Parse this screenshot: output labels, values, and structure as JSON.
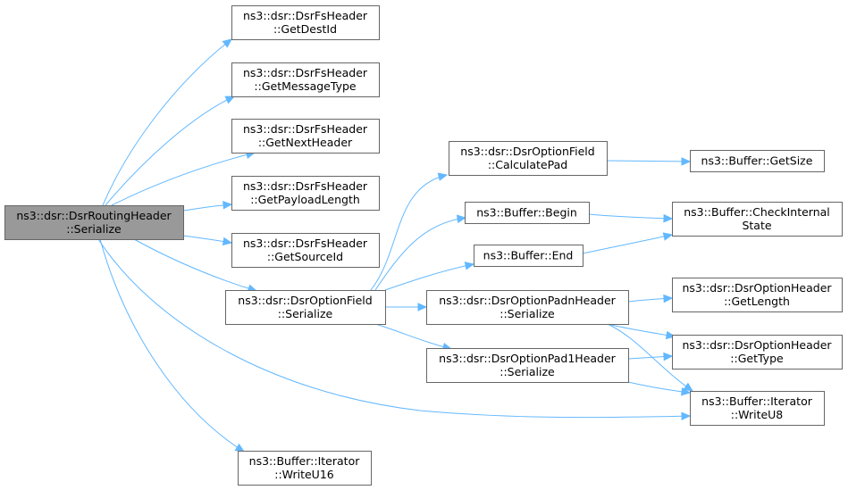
{
  "diagram": {
    "nodes": [
      {
        "id": "root",
        "lines": [
          "ns3::dsr::DsrRoutingHeader",
          "::Serialize"
        ],
        "highlighted": true
      },
      {
        "id": "getDestId",
        "lines": [
          "ns3::dsr::DsrFsHeader",
          "::GetDestId"
        ]
      },
      {
        "id": "getMessageType",
        "lines": [
          "ns3::dsr::DsrFsHeader",
          "::GetMessageType"
        ]
      },
      {
        "id": "getNextHeader",
        "lines": [
          "ns3::dsr::DsrFsHeader",
          "::GetNextHeader"
        ]
      },
      {
        "id": "getPayloadLength",
        "lines": [
          "ns3::dsr::DsrFsHeader",
          "::GetPayloadLength"
        ]
      },
      {
        "id": "getSourceId",
        "lines": [
          "ns3::dsr::DsrFsHeader",
          "::GetSourceId"
        ]
      },
      {
        "id": "optionFieldSerialize",
        "lines": [
          "ns3::dsr::DsrOptionField",
          "::Serialize"
        ]
      },
      {
        "id": "writeU16",
        "lines": [
          "ns3::Buffer::Iterator",
          "::WriteU16"
        ]
      },
      {
        "id": "calculatePad",
        "lines": [
          "ns3::dsr::DsrOptionField",
          "::CalculatePad"
        ]
      },
      {
        "id": "bufferBegin",
        "lines": [
          "ns3::Buffer::Begin"
        ]
      },
      {
        "id": "bufferEnd",
        "lines": [
          "ns3::Buffer::End"
        ]
      },
      {
        "id": "padnSerialize",
        "lines": [
          "ns3::dsr::DsrOptionPadnHeader",
          "::Serialize"
        ]
      },
      {
        "id": "pad1Serialize",
        "lines": [
          "ns3::dsr::DsrOptionPad1Header",
          "::Serialize"
        ]
      },
      {
        "id": "getSize",
        "lines": [
          "ns3::Buffer::GetSize"
        ]
      },
      {
        "id": "checkInternalState",
        "lines": [
          "ns3::Buffer::CheckInternal",
          "State"
        ]
      },
      {
        "id": "getLength",
        "lines": [
          "ns3::dsr::DsrOptionHeader",
          "::GetLength"
        ]
      },
      {
        "id": "getType",
        "lines": [
          "ns3::dsr::DsrOptionHeader",
          "::GetType"
        ]
      },
      {
        "id": "writeU8",
        "lines": [
          "ns3::Buffer::Iterator",
          "::WriteU8"
        ]
      }
    ],
    "edges": [
      {
        "from": "root",
        "to": "getDestId"
      },
      {
        "from": "root",
        "to": "getMessageType"
      },
      {
        "from": "root",
        "to": "getNextHeader"
      },
      {
        "from": "root",
        "to": "getPayloadLength"
      },
      {
        "from": "root",
        "to": "getSourceId"
      },
      {
        "from": "root",
        "to": "optionFieldSerialize"
      },
      {
        "from": "root",
        "to": "writeU8"
      },
      {
        "from": "root",
        "to": "writeU16"
      },
      {
        "from": "optionFieldSerialize",
        "to": "calculatePad"
      },
      {
        "from": "optionFieldSerialize",
        "to": "bufferBegin"
      },
      {
        "from": "optionFieldSerialize",
        "to": "bufferEnd"
      },
      {
        "from": "optionFieldSerialize",
        "to": "padnSerialize"
      },
      {
        "from": "optionFieldSerialize",
        "to": "pad1Serialize"
      },
      {
        "from": "calculatePad",
        "to": "getSize"
      },
      {
        "from": "bufferBegin",
        "to": "checkInternalState"
      },
      {
        "from": "bufferEnd",
        "to": "checkInternalState"
      },
      {
        "from": "padnSerialize",
        "to": "getLength"
      },
      {
        "from": "padnSerialize",
        "to": "getType"
      },
      {
        "from": "padnSerialize",
        "to": "writeU8"
      },
      {
        "from": "pad1Serialize",
        "to": "getType"
      },
      {
        "from": "pad1Serialize",
        "to": "writeU8"
      }
    ]
  },
  "colors": {
    "edge": "#63b8ff",
    "node_border": "#666666",
    "root_fill": "#999999",
    "node_fill": "#ffffff"
  }
}
